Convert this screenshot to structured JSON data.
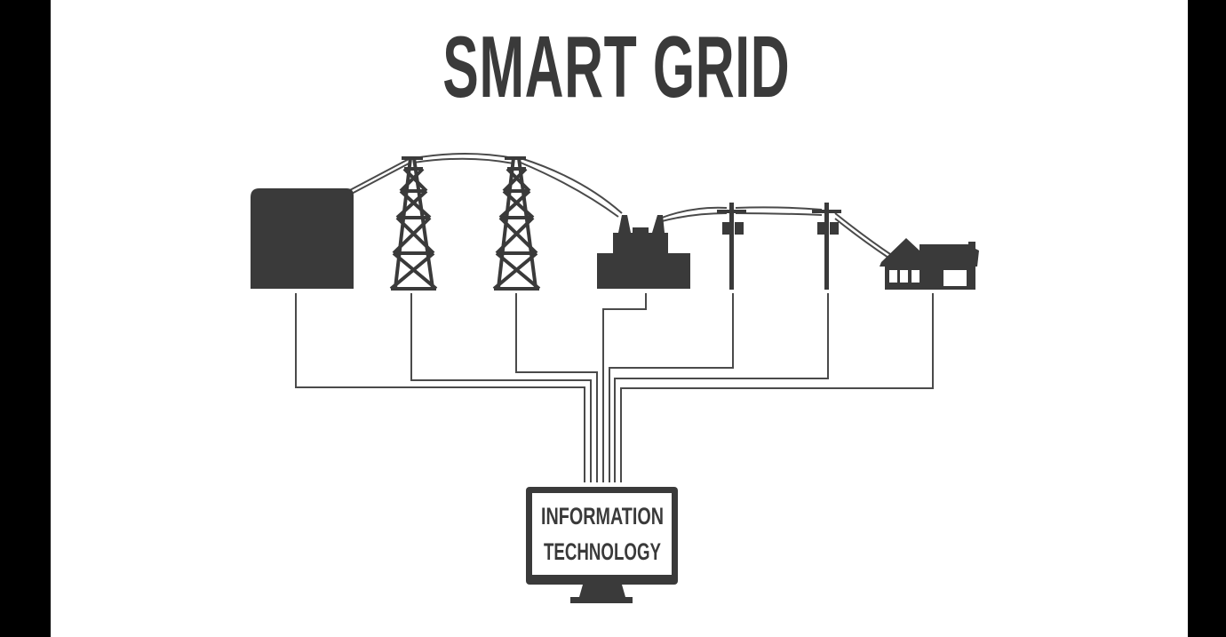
{
  "title": "SMART GRID",
  "it_box": {
    "line1": "INFORMATION",
    "line2": "TECHNOLOGY"
  },
  "colors": {
    "ink": "#3a3a3a",
    "wire": "#4a4a4a",
    "background": "#ffffff",
    "letterbox": "#000000"
  },
  "icons": [
    "power-plant-icon",
    "transmission-tower-icon",
    "transmission-tower-icon",
    "substation-transformer-icon",
    "utility-pole-icon",
    "utility-pole-icon",
    "house-icon",
    "computer-monitor-icon"
  ]
}
